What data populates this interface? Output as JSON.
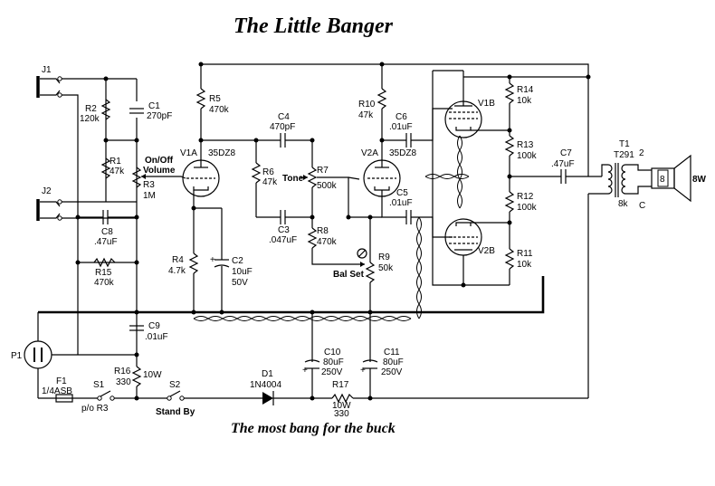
{
  "title": "The Little Banger",
  "subtitle": "The most bang for the buck",
  "labels": {
    "J1": "J1",
    "J2": "J2",
    "P1": "P1",
    "R2": "R2",
    "R2v": "120k",
    "C1": "C1",
    "C1v": "270pF",
    "R1": "R1",
    "R1v": "47k",
    "C8": "C8",
    "C8v": ".47uF",
    "R15": "R15",
    "R15v": "470k",
    "R3a": "On/Off",
    "R3b": "Volume",
    "R3": "R3",
    "R3v": "1M",
    "V1A": "V1A",
    "V1Atype": "35DZ8",
    "R5": "R5",
    "R5v": "470k",
    "R4": "R4",
    "R4v": "4.7k",
    "C2": "C2",
    "C2v": "10uF",
    "C2v2": "50V",
    "C4": "C4",
    "C4v": "470pF",
    "R6": "R6",
    "R6v": "47k",
    "Tone": "Tone",
    "R7": "R7",
    "R7v": "500k",
    "C3": "C3",
    "C3v": ".047uF",
    "R8": "R8",
    "R8v": "470k",
    "R10": "R10",
    "R10v": "47k",
    "C6": "C6",
    "C6v": ".01uF",
    "V2A": "V2A",
    "V2Atype": "35DZ8",
    "C5": "C5",
    "C5v": ".01uF",
    "BalSet": "Bal Set",
    "R9": "R9",
    "R9v": "50k",
    "V1B": "V1B",
    "V2B": "V2B",
    "R14": "R14",
    "R14v": "10k",
    "R13": "R13",
    "R13v": "100k",
    "R12": "R12",
    "R12v": "100k",
    "R11": "R11",
    "R11v": "10k",
    "C7": "C7",
    "C7v": ".47uF",
    "T1": "T1",
    "T1type": "T291",
    "T1imp": "8k",
    "T1p2": "2",
    "T1pC": "C",
    "spk": "8",
    "spkW": "8W",
    "C9": "C9",
    "C9v": ".01uF",
    "F1": "F1",
    "F1v": "1/4ASB",
    "S1": "S1",
    "S1v": "p/o R3",
    "R16": "R16",
    "R16v": "330",
    "R16w": "10W",
    "S2": "S2",
    "StandBy": "Stand By",
    "D1": "D1",
    "D1v": "1N4004",
    "C10": "C10",
    "C10v": "80uF",
    "C10w": "250V",
    "C11": "C11",
    "C11v": "80uF",
    "C11w": "250V",
    "R17": "R17",
    "R17v": "330",
    "R17w": "10W",
    "plus": "+"
  }
}
